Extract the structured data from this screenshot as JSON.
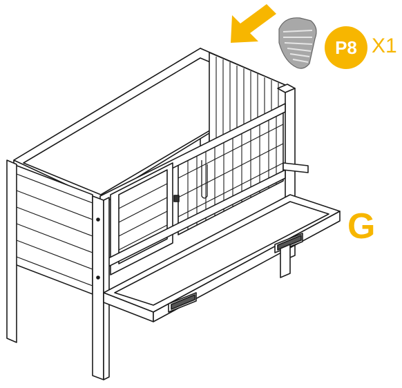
{
  "part": {
    "label": "P8",
    "quantity": "X1"
  },
  "step": {
    "label": "G"
  },
  "colors": {
    "accent": "#f7b600",
    "line": "#1a1a1a",
    "part_gray": "#9a9a9a"
  },
  "icons": [
    "arrow-icon",
    "handle-part-icon"
  ]
}
